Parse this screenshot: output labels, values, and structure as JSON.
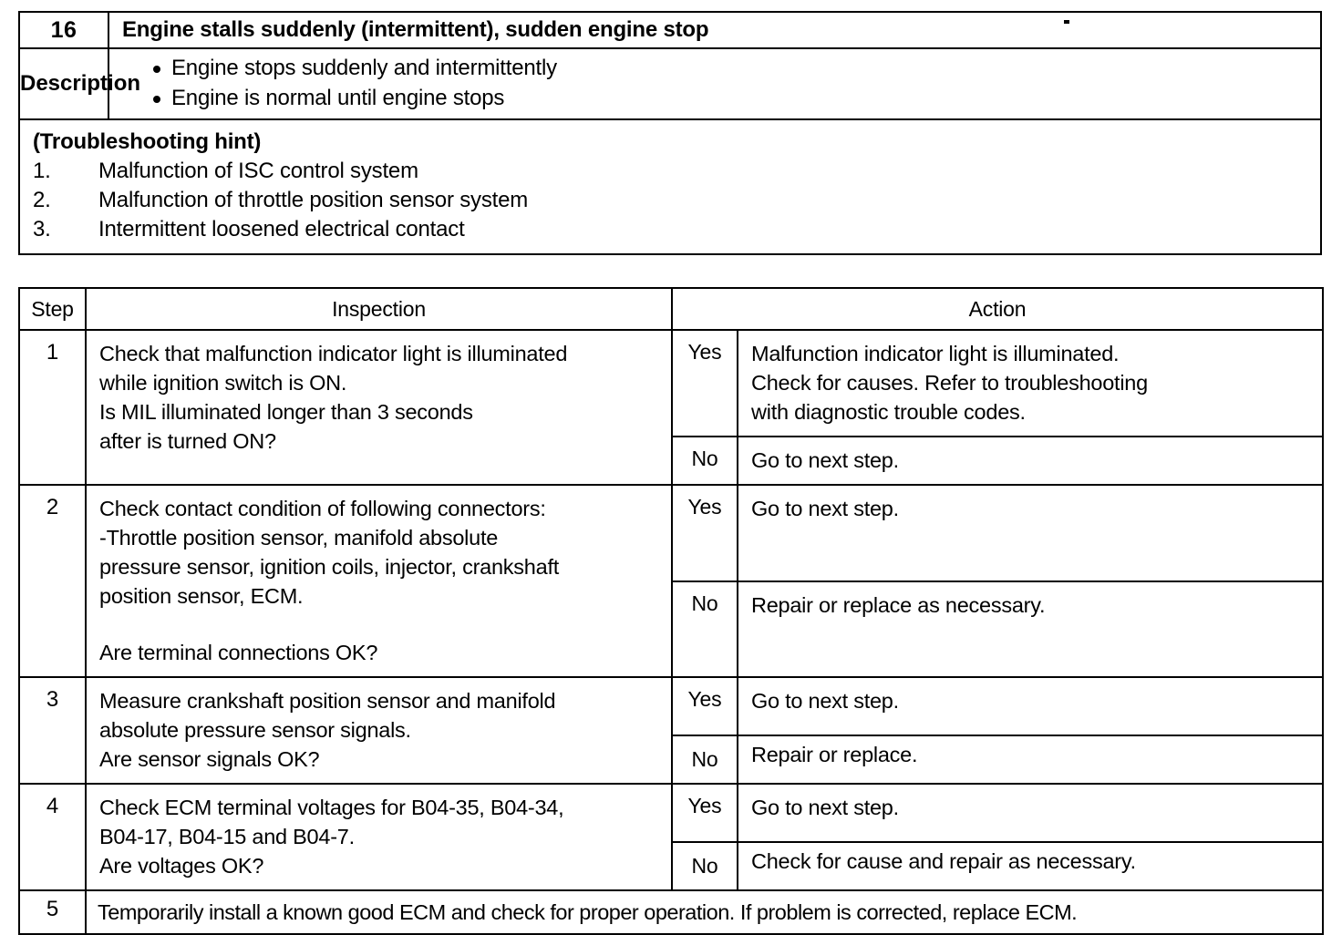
{
  "document": {
    "symptom_number": "16",
    "symptom_title": "Engine stalls suddenly (intermittent), sudden engine stop",
    "description_label": "Description",
    "description_bullets": [
      "Engine stops suddenly and intermittently",
      "Engine is normal until engine stops"
    ],
    "hint_title": "(Troubleshooting hint)",
    "hints": [
      {
        "num": "1.",
        "text": "Malfunction of ISC control system"
      },
      {
        "num": "2.",
        "text": "Malfunction of throttle position sensor system"
      },
      {
        "num": "3.",
        "text": "Intermittent loosened electrical contact"
      }
    ]
  },
  "step_table": {
    "headers": {
      "step": "Step",
      "inspection": "Inspection",
      "action": "Action"
    },
    "rows": [
      {
        "step": "1",
        "inspection_lines": [
          "Check that malfunction indicator light is illuminated",
          "while ignition switch is ON.",
          "Is MIL illuminated longer than 3 seconds",
          "after is turned ON?"
        ],
        "branches": [
          {
            "answer": "Yes",
            "action_lines": [
              "Malfunction indicator light is illuminated.",
              "Check for causes.  Refer to troubleshooting",
              "with diagnostic trouble codes."
            ]
          },
          {
            "answer": "No",
            "action_lines": [
              "Go to next step."
            ]
          }
        ]
      },
      {
        "step": "2",
        "inspection_lines": [
          "Check contact condition of following connectors:",
          "-Throttle position sensor, manifold absolute",
          "pressure sensor, ignition coils, injector, crankshaft",
          "position sensor, ECM.",
          "",
          "Are terminal connections OK?"
        ],
        "branches": [
          {
            "answer": "Yes",
            "action_lines": [
              "Go to next step."
            ]
          },
          {
            "answer": "No",
            "action_lines": [
              "Repair or replace as necessary."
            ]
          }
        ]
      },
      {
        "step": "3",
        "inspection_lines": [
          "Measure crankshaft position sensor and manifold",
          "absolute pressure sensor signals.",
          "Are sensor signals OK?"
        ],
        "branches": [
          {
            "answer": "Yes",
            "action_lines": [
              "Go to next step."
            ]
          },
          {
            "answer": "No",
            "action_lines": [
              "Repair or replace."
            ]
          }
        ]
      },
      {
        "step": "4",
        "inspection_lines": [
          "Check ECM terminal voltages for B04-35, B04-34,",
          "B04-17, B04-15 and B04-7.",
          "Are voltages OK?"
        ],
        "branches": [
          {
            "answer": "Yes",
            "action_lines": [
              "Go to next step."
            ]
          },
          {
            "answer": "No",
            "action_lines": [
              "Check for cause and repair as necessary."
            ]
          }
        ]
      },
      {
        "step": "5",
        "full_width_text": "Temporarily install a known good ECM and check for proper operation. If problem is corrected, replace ECM."
      }
    ]
  },
  "colors": {
    "ink": "#000000",
    "paper": "#ffffff"
  }
}
